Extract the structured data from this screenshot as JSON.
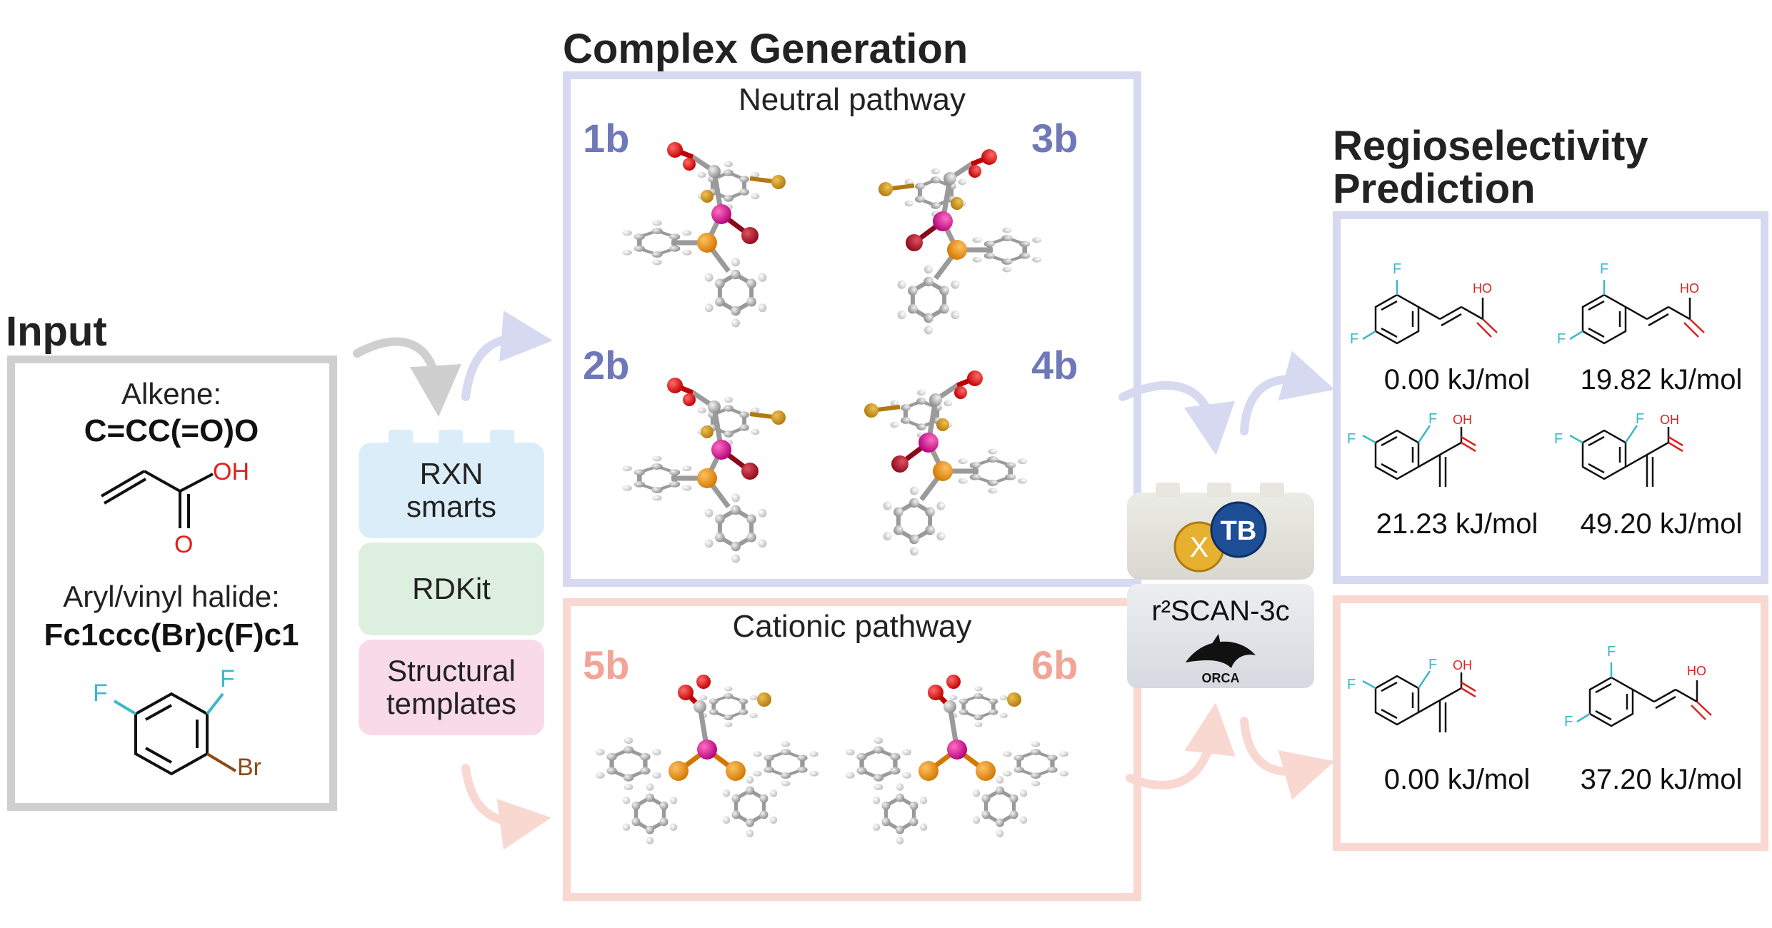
{
  "input": {
    "heading": "Input",
    "alkene_label": "Alkene:",
    "alkene_smiles": "C=CC(=O)O",
    "oh_label": "OH",
    "o_label": "O",
    "halide_label": "Aryl/vinyl halide:",
    "halide_smiles": "Fc1ccc(Br)c(F)c1",
    "f_label": "F",
    "br_label": "Br"
  },
  "tools": {
    "rxn": "RXN smarts",
    "rdkit": "RDKit",
    "templates": "Structural templates"
  },
  "complex": {
    "heading": "Complex Generation",
    "neutral_title": "Neutral pathway",
    "cationic_title": "Cationic pathway",
    "labels": {
      "n1": "1b",
      "n2": "2b",
      "n3": "3b",
      "n4": "4b",
      "c5": "5b",
      "c6": "6b"
    }
  },
  "compute": {
    "xtb_x": "X",
    "xtb_tb": "TB",
    "r2scan": "r²SCAN-3c",
    "orca": "ORCA"
  },
  "prediction": {
    "heading_line1": "Regioselectivity",
    "heading_line2": "Prediction",
    "oh_small": "HO",
    "oh_small_alt": "OH",
    "f_small": "F",
    "neutral_energies": [
      "0.00 kJ/mol",
      "19.82 kJ/mol",
      "21.23 kJ/mol",
      "49.20 kJ/mol"
    ],
    "cationic_energies": [
      "0.00 kJ/mol",
      "37.20 kJ/mol"
    ]
  },
  "colors": {
    "input_border": "#cfcfcf",
    "neutral_border": "#d6d9f0",
    "cationic_border": "#f9d8d2",
    "rxn_fill": "#dcedfa",
    "rdkit_fill": "#ddefdf",
    "templates_fill": "#f9dbe8",
    "fluorine": "#3cb8c8",
    "oxygen": "#e0201e",
    "bromine": "#8b4a16"
  }
}
